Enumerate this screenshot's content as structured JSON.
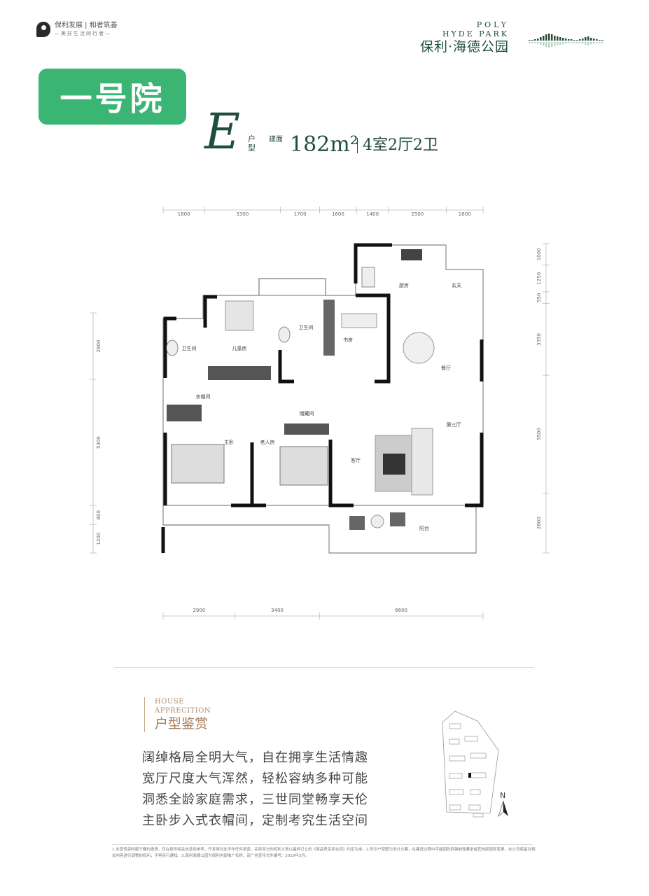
{
  "header": {
    "developer_logo": {
      "line1": "保利发展 | 和者筑善",
      "line2": "—美好生活同行者—"
    },
    "brand": {
      "en_line1": "POLY",
      "en_line2": "HYDE PARK",
      "cn": "保利·海德公园"
    }
  },
  "badge": {
    "label": "一号院"
  },
  "unit_type": {
    "letter": "E",
    "type_label": "户型",
    "area_label": "建面",
    "area": "182m²",
    "rooms": "4室2厅2卫"
  },
  "floor_plan": {
    "rooms": [
      {
        "id": "bath1",
        "label": "卫生间"
      },
      {
        "id": "kids",
        "label": "儿童房"
      },
      {
        "id": "bath2",
        "label": "卫生间"
      },
      {
        "id": "study",
        "label": "书房"
      },
      {
        "id": "kitchen",
        "label": "厨房"
      },
      {
        "id": "foyer",
        "label": "玄关"
      },
      {
        "id": "dining",
        "label": "餐厅"
      },
      {
        "id": "closet",
        "label": "衣帽间"
      },
      {
        "id": "master",
        "label": "主卧"
      },
      {
        "id": "elder",
        "label": "老人房"
      },
      {
        "id": "storage",
        "label": "储藏间"
      },
      {
        "id": "living",
        "label": "客厅"
      },
      {
        "id": "third_hall",
        "label": "第三厅"
      },
      {
        "id": "balcony",
        "label": "阳台"
      }
    ],
    "dims_top": [
      "1800",
      "3300",
      "1700",
      "1600",
      "1400",
      "2500",
      "1600"
    ],
    "dims_bottom": [
      "2900",
      "3400",
      "6600"
    ],
    "dims_left": [
      "2800",
      "5300",
      "800",
      "1200"
    ],
    "dims_right": [
      "1000",
      "1250",
      "550",
      "3350",
      "5500",
      "2800"
    ]
  },
  "appreciation": {
    "en_line1": "HOUSE",
    "en_line2": "APPRECITION",
    "cn": "户型鉴赏",
    "lines": [
      "阔绰格局全明大气，自在拥享生活情趣",
      "宽厅尺度大气浑然，轻松容纳多种可能",
      "洞悉全龄家庭需求，三世同堂畅享天伦",
      "主卧步入式衣帽间，定制考究生活空间"
    ]
  },
  "site_map": {
    "north": "N"
  },
  "footnote": "1.本宣传资料属于要约邀请，仅在提供相关信息供参考，开发商对此不作任何承诺，买卖双方的权利义务以最终订立的《商品房买卖合同》约定为准。2.所示户型图为设计方案，在建设过程中可能因政府强制性要求或其他原因而变更，本公司保留对相关内容进行调整的权利，不再另行通知。3.保利海德公园为保利内部推广名称，该广告宣传文件编号：2019年3月。"
}
